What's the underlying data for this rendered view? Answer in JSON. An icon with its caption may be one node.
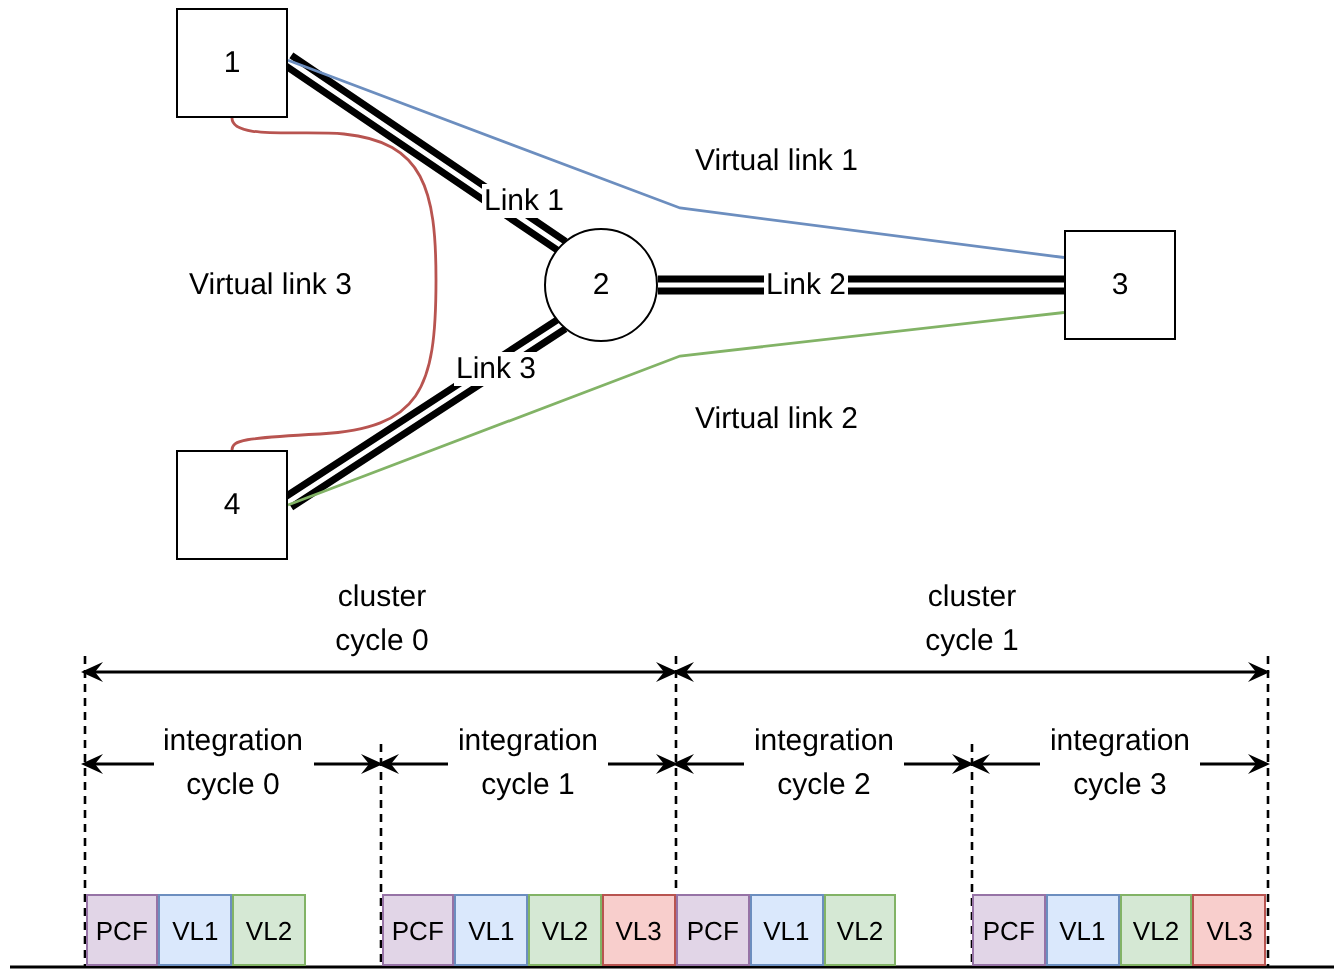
{
  "diagram": {
    "nodes": [
      {
        "text": [
          "1"
        ]
      },
      {
        "text": [
          "2"
        ]
      },
      {
        "text": [
          "3"
        ]
      },
      {
        "text": [
          "4"
        ]
      },
      {
        "text": [
          "PCF"
        ]
      },
      {
        "text": [
          "VL1"
        ]
      },
      {
        "text": [
          "VL2"
        ]
      },
      {
        "text": [
          "PCF"
        ]
      },
      {
        "text": [
          "VL1"
        ]
      },
      {
        "text": [
          "VL2"
        ]
      },
      {
        "text": [
          "VL3"
        ]
      },
      {
        "text": [
          "PCF"
        ]
      },
      {
        "text": [
          "VL1"
        ]
      },
      {
        "text": [
          "VL2"
        ]
      },
      {
        "text": [
          "PCF"
        ]
      },
      {
        "text": [
          "VL1"
        ]
      },
      {
        "text": [
          "VL2"
        ]
      },
      {
        "text": [
          "VL3"
        ]
      }
    ],
    "edges": [
      {
        "from": 0,
        "to": 1,
        "arrow": "none",
        "label": "Link 1",
        "style": "thick"
      },
      {
        "from": 1,
        "to": 2,
        "arrow": "none",
        "label": "Link 2",
        "style": "thick"
      },
      {
        "from": 3,
        "to": 1,
        "arrow": "none",
        "label": "Link 3",
        "style": "thick"
      },
      {
        "from": 0,
        "to": 2,
        "arrow": "none",
        "label": "Virtual link 1",
        "color": "#6c8ebf"
      },
      {
        "from": 3,
        "to": 2,
        "arrow": "none",
        "label": "Virtual link 2",
        "color": "#82b366"
      },
      {
        "from": 0,
        "to": 3,
        "arrow": "none",
        "label": "Virtual link 3",
        "color": "#b85450"
      }
    ],
    "labels": [
      "cluster cycle 0",
      "cluster cycle 1",
      "integration cycle 0",
      "integration cycle 1",
      "integration cycle 2",
      "integration cycle 3"
    ]
  }
}
